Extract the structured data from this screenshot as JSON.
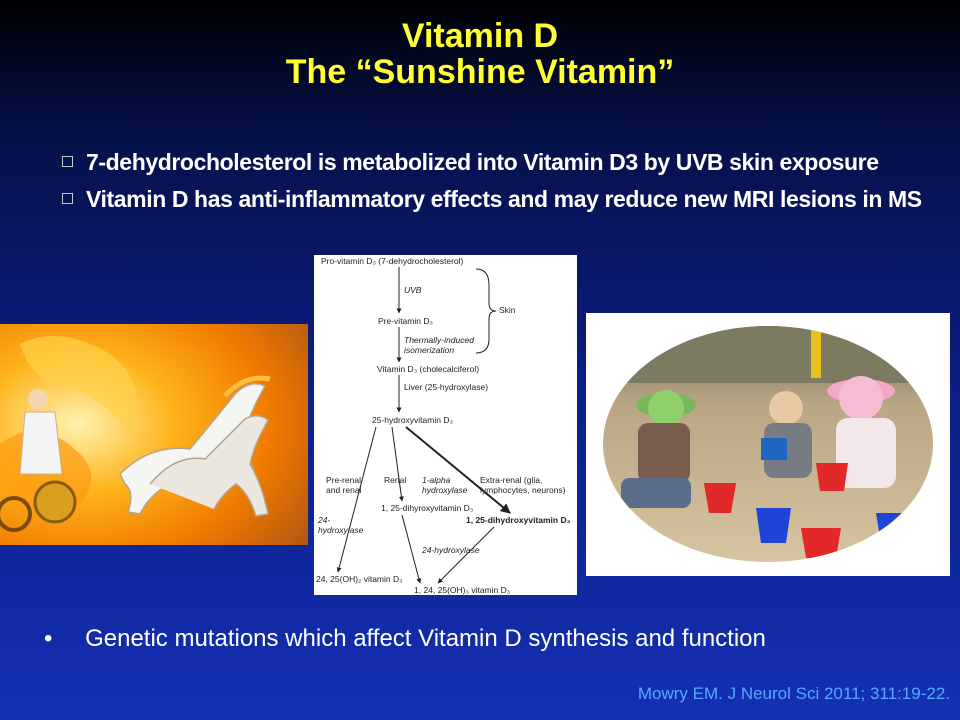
{
  "title": {
    "line1": "Vitamin D",
    "line2": "The “Sunshine Vitamin”"
  },
  "bullets": [
    "7-dehydrocholesterol is metabolized into Vitamin D3 by UVB skin exposure",
    "Vitamin D has anti-inflammatory effects and may reduce new MRI lesions in MS"
  ],
  "pathway": {
    "top": "Pro-vitamin D₃ (7-dehydrocholesterol)",
    "uvb": "UVB",
    "skin": "Skin",
    "pre": "Pre-vitamin D₃",
    "thermal1": "Thermally-induced",
    "thermal2": "isomerization",
    "d3": "Vitamin D₃ (cholecalciferol)",
    "liver": "Liver (25-hydroxylase)",
    "hydroxy25": "25-hydroxyvitamin D₃",
    "prerenal1": "Pre-renal",
    "prerenal2": "and renal",
    "renal": "Renal",
    "alpha1": "1-alpha",
    "alpha2": "hydroxylase",
    "extra1": "Extra-renal (glia,",
    "extra2": "lymphocytes, neurons)",
    "dihydroxy_renal": "1, 25-dihyroxyvitamin D₃",
    "dihydroxy_extra": "1, 25-dihydroxyvitamin D₃",
    "h24a": "24-",
    "h24b": "hydroxylase",
    "h24c": "24-hydroxylase",
    "out1": "24, 25(OH)₂ vitamin D₃",
    "out2": "1, 24, 25(OH)₃ vitamin D₃"
  },
  "bottom_bullet": {
    "marker": "•",
    "text": "Genetic mutations which affect Vitamin D synthesis and function"
  },
  "citation": "Mowry EM. J Neurol Sci 2011; 311:19-22."
}
